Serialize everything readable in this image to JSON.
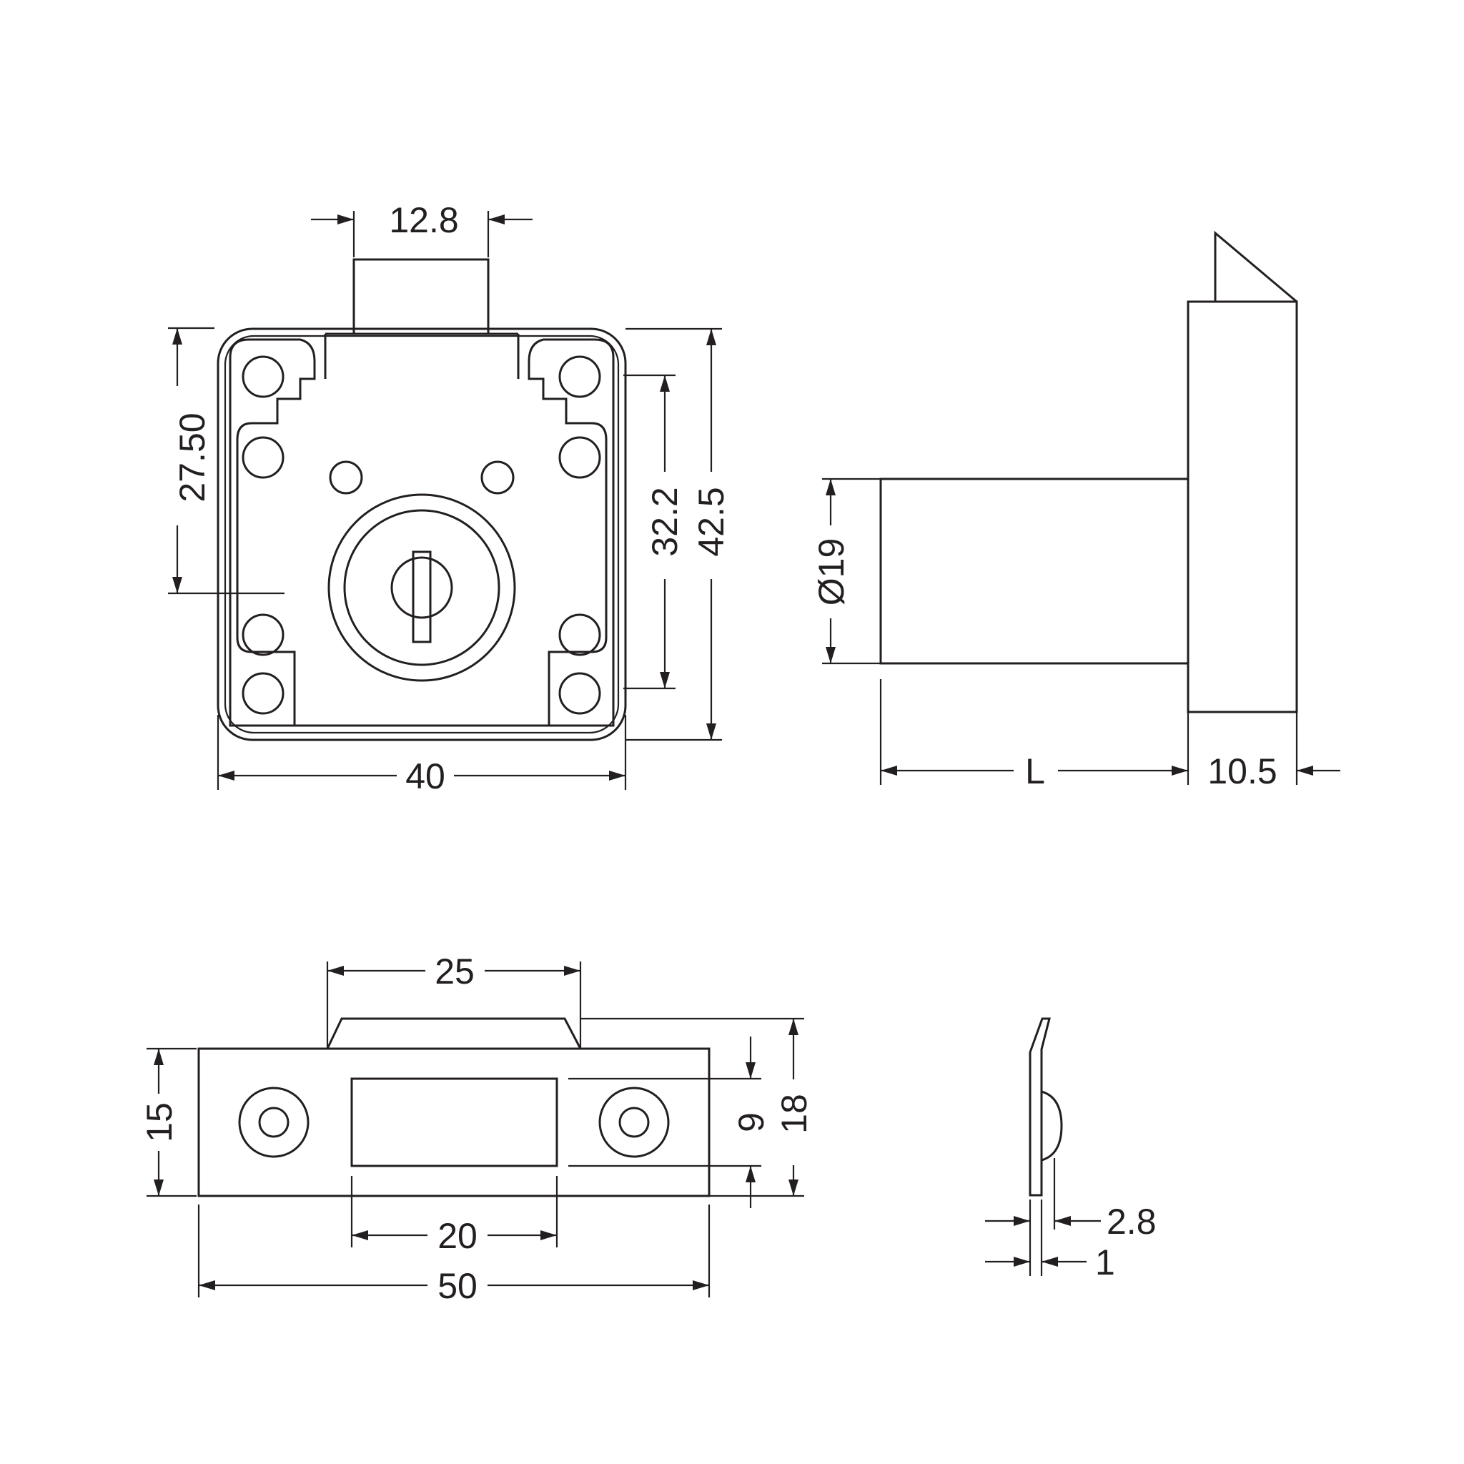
{
  "dimensions": {
    "front_view": {
      "bolt_width": "12.8",
      "bolt_to_center": "27.50",
      "hole_spacing": "32.2",
      "body_height": "42.5",
      "body_width": "40"
    },
    "side_view": {
      "cylinder_diameter": "Ø19",
      "cylinder_length": "L",
      "plate_thickness": "10.5"
    },
    "strike_plate": {
      "notch_width": "25",
      "plate_height": "15",
      "opening_height": "9",
      "overall_height": "18",
      "opening_width": "20",
      "plate_width": "50"
    },
    "strike_profile": {
      "depth": "2.8",
      "thickness": "1"
    }
  }
}
